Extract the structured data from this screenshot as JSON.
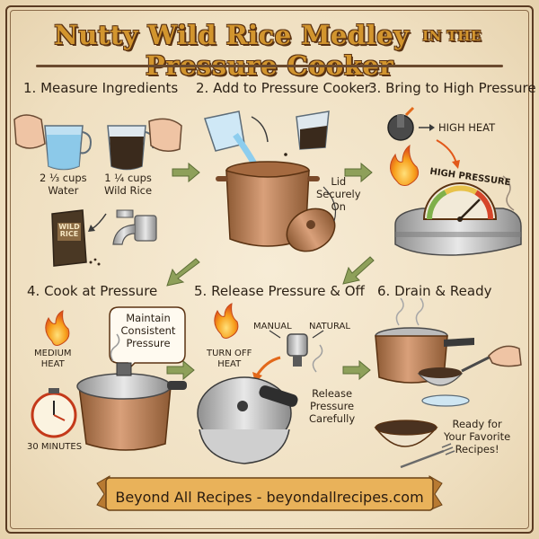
{
  "title": {
    "part1": "Nutty Wild Rice Medley",
    "connector": "IN THE",
    "part2": "Pressure Cooker"
  },
  "steps": [
    {
      "title": "1. Measure Ingredients",
      "labels": {
        "water": "2 ⅓ cups\nWater",
        "rice": "1 ¼ cups\nWild Rice",
        "bag": "WILD\nRICE"
      }
    },
    {
      "title": "2. Add to Pressure Cooker",
      "labels": {
        "lid": "Lid\nSecurely\nOn"
      }
    },
    {
      "title": "3. Bring to High Pressure",
      "labels": {
        "heat": "HIGH HEAT",
        "gauge": "HIGH PRESSURE"
      }
    },
    {
      "title": "4. Cook at Pressure",
      "labels": {
        "bubble": "Maintain\nConsistent\nPressure",
        "heat": "MEDIUM\nHEAT",
        "timer": "30 MINUTES"
      }
    },
    {
      "title": "5. Release Pressure & Off",
      "labels": {
        "heat": "TURN OFF\nHEAT",
        "manual": "MANUAL",
        "natural": "NATURAL",
        "release": "Release\nPressure\nCarefully"
      }
    },
    {
      "title": "6. Drain & Ready",
      "labels": {
        "ready": "Ready for\nYour Favorite\nRecipes!"
      }
    }
  ],
  "footer": {
    "banner": "Beyond All Recipes - beyondallrecipes.com"
  },
  "colors": {
    "background": "#f3e6cc",
    "title": "#d2952e",
    "outline": "#5a3212",
    "copper": "#c07a4a",
    "arrow": "#8ea05a",
    "flame": "#f08a1a",
    "banner": "#e9b25a"
  }
}
